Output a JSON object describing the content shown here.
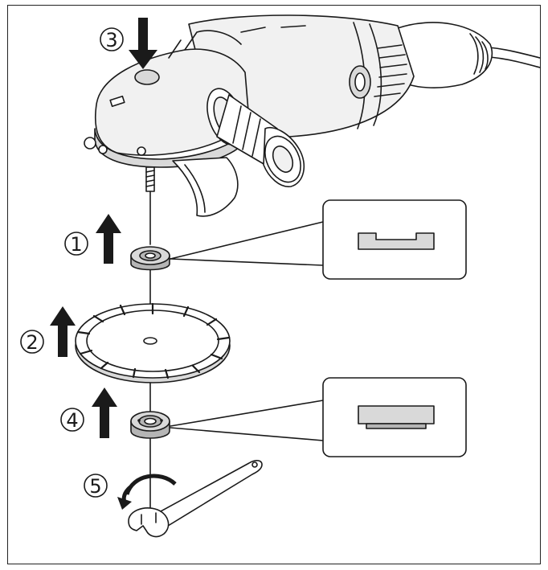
{
  "steps": {
    "s1": "1",
    "s2": "2",
    "s3": "3",
    "s4": "4",
    "s5": "5"
  },
  "colors": {
    "line": "#1a1a1a",
    "light_fill": "#f1f1f1",
    "mid_fill": "#d9d9d9",
    "dark_fill": "#b5b5b5"
  }
}
